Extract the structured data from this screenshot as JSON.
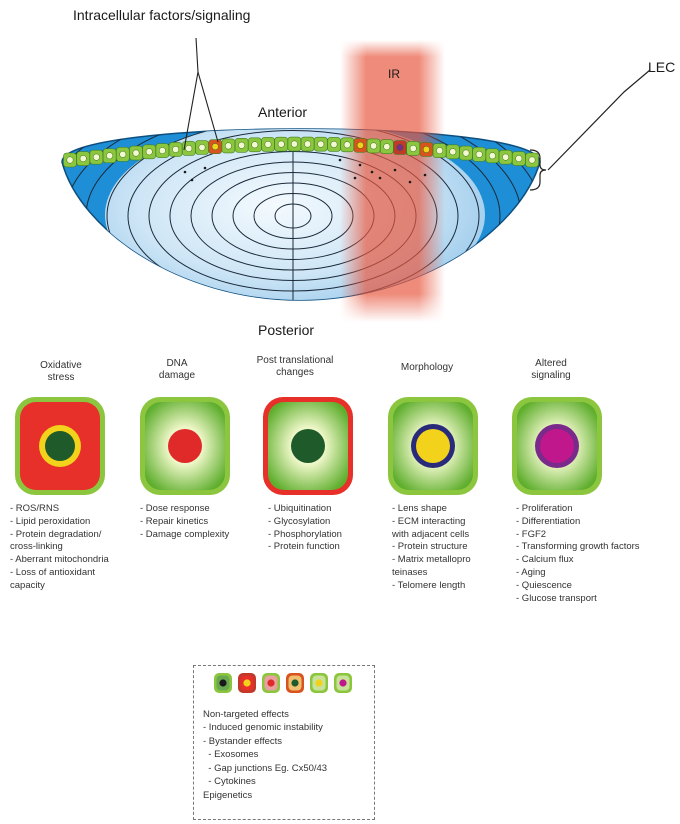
{
  "labels": {
    "intracellular": "Intracellular factors/signaling",
    "ir": "IR",
    "lec": "LEC",
    "anterior": "Anterior",
    "posterior": "Posterior"
  },
  "categories": [
    {
      "title": "Oxidative\nstress",
      "items": [
        "- ROS/RNS",
        "- Lipid peroxidation",
        "- Protein degradation/\n  cross-linking",
        "- Aberrant mitochondria",
        "- Loss of antioxidant\n  capacity"
      ]
    },
    {
      "title": "DNA\ndamage",
      "items": [
        "- Dose response",
        "- Repair kinetics",
        "- Damage complexity"
      ]
    },
    {
      "title": "Post translational\nchanges",
      "items": [
        "- Ubiquitination",
        "- Glycosylation",
        "- Phosphorylation",
        "- Protein function"
      ]
    },
    {
      "title": "Morphology",
      "items": [
        "- Lens shape",
        "- ECM interacting\n  with adjacent cells",
        "- Protein structure",
        "- Matrix metallopro\n  teinases",
        "- Telomere length"
      ]
    },
    {
      "title": "Altered\nsignaling",
      "items": [
        "- Proliferation",
        "- Differentiation",
        "- FGF2",
        "- Transforming growth factors",
        "- Calcium flux",
        "- Aging",
        "- Quiescence",
        "- Glucose transport"
      ]
    }
  ],
  "legend": {
    "items": [
      "Non-targeted effects",
      "- Induced genomic instability",
      "- Bystander effects",
      "  - Exosomes",
      "  - Gap junctions Eg. Cx50/43",
      "  - Cytokines",
      "Epigenetics"
    ]
  },
  "colors": {
    "ir": "#e8553c",
    "epithelium": "#8cc63f",
    "fiber_blue": "#1e90d6",
    "core_light": "#dceefa",
    "oxidative_red": "#e8302a",
    "nucleus": "#1e5a2a",
    "dna_red": "#e02a2a",
    "yellow": "#f2d21b",
    "navy": "#2a2a7a",
    "magenta": "#c0188c",
    "purple": "#7a2a8a"
  }
}
